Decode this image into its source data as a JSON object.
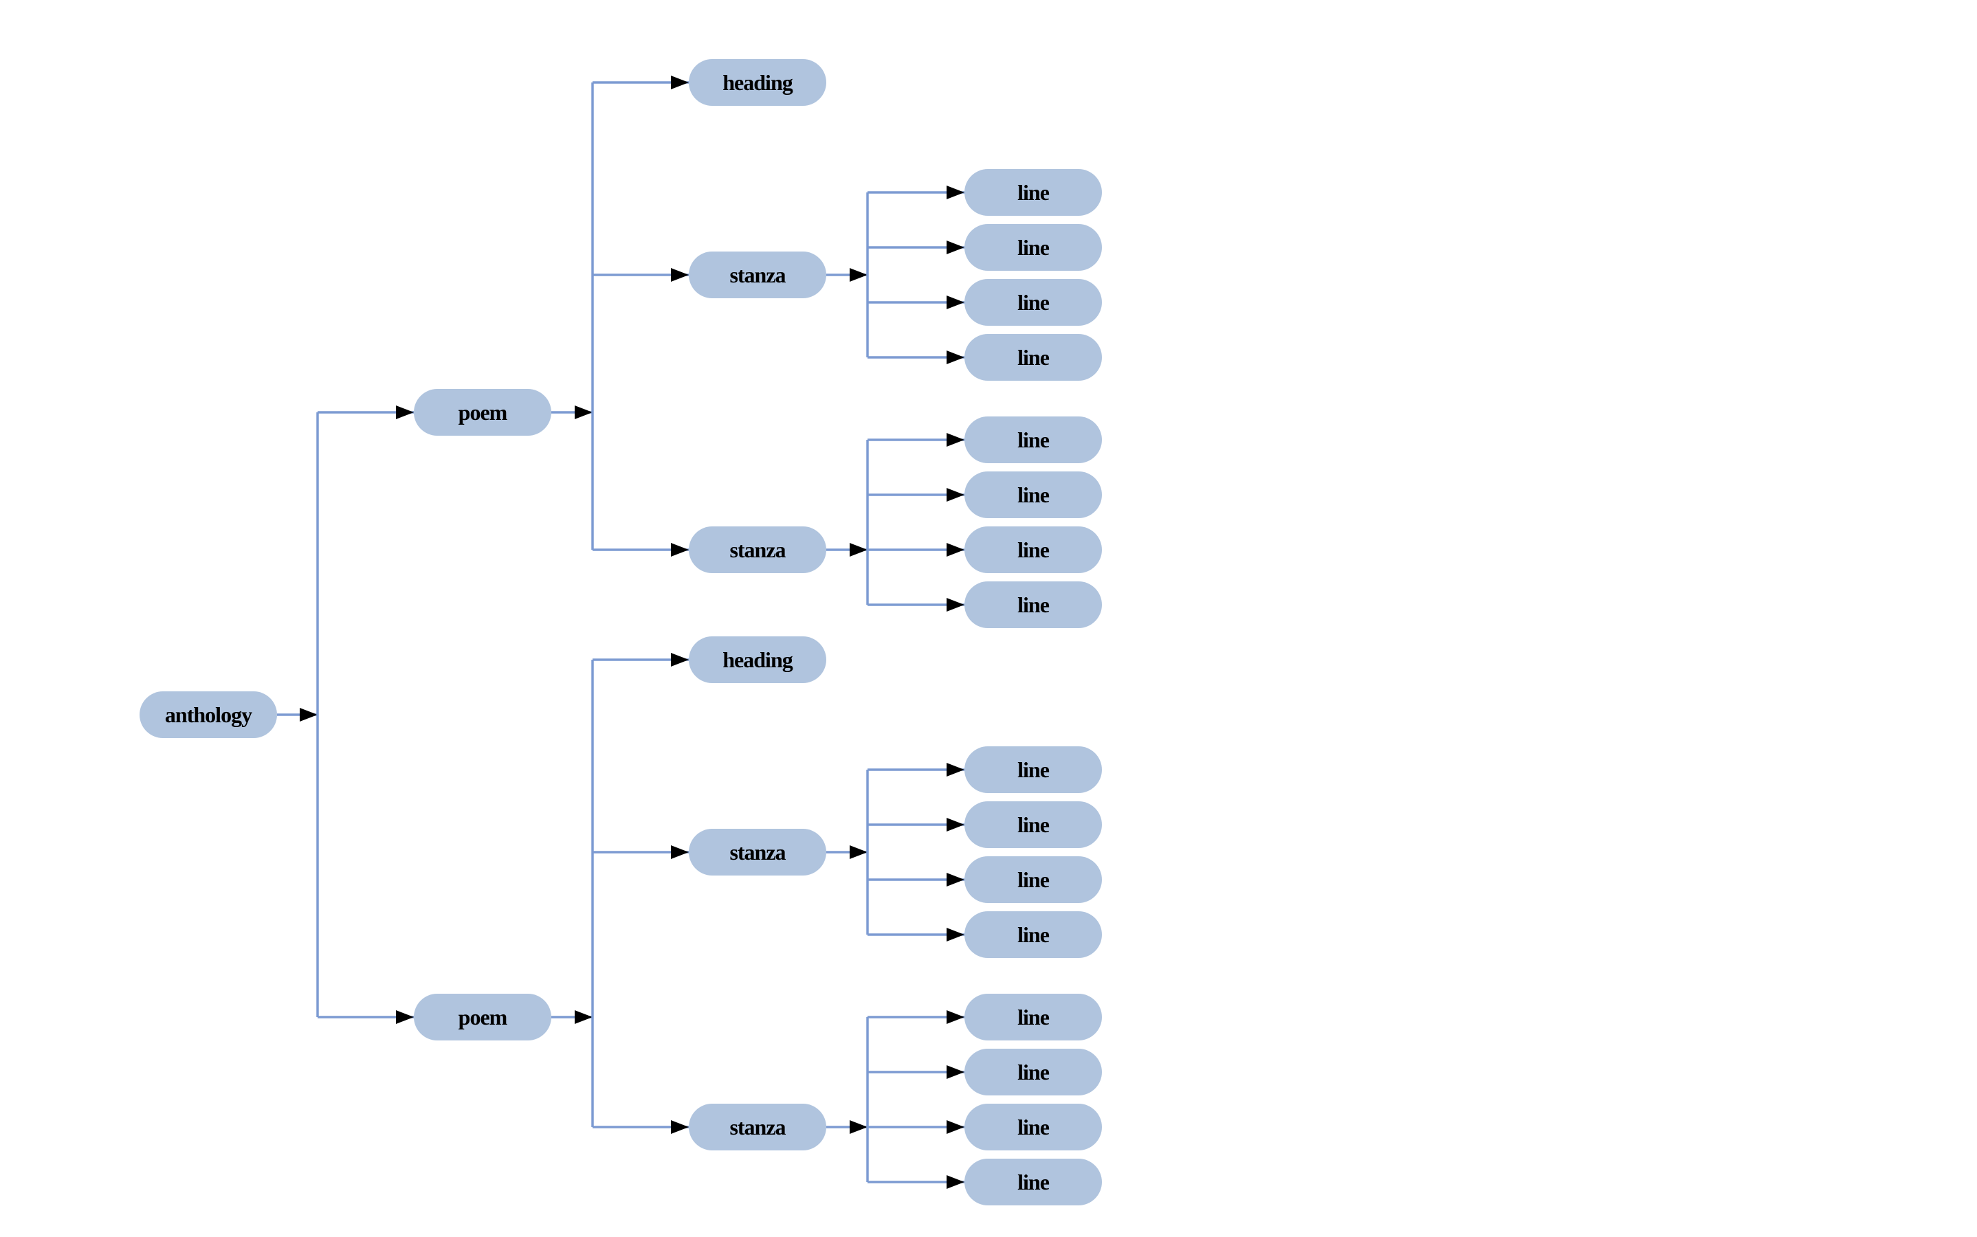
{
  "diagram": {
    "type": "tree",
    "orientation": "left-to-right",
    "background_color": "#ffffff",
    "node_fill_color": "#b0c4de",
    "node_text_color": "#000000",
    "edge_color": "#7d9bd2",
    "arrowhead_color": "#000000",
    "tree": {
      "label": "anthology",
      "children": [
        {
          "label": "poem",
          "children": [
            {
              "label": "heading",
              "children": []
            },
            {
              "label": "stanza",
              "children": [
                {
                  "label": "line"
                },
                {
                  "label": "line"
                },
                {
                  "label": "line"
                },
                {
                  "label": "line"
                }
              ]
            },
            {
              "label": "stanza",
              "children": [
                {
                  "label": "line"
                },
                {
                  "label": "line"
                },
                {
                  "label": "line"
                },
                {
                  "label": "line"
                }
              ]
            }
          ]
        },
        {
          "label": "poem",
          "children": [
            {
              "label": "heading",
              "children": []
            },
            {
              "label": "stanza",
              "children": [
                {
                  "label": "line"
                },
                {
                  "label": "line"
                },
                {
                  "label": "line"
                },
                {
                  "label": "line"
                }
              ]
            },
            {
              "label": "stanza",
              "children": [
                {
                  "label": "line"
                },
                {
                  "label": "line"
                },
                {
                  "label": "line"
                },
                {
                  "label": "line"
                }
              ]
            }
          ]
        }
      ]
    }
  }
}
